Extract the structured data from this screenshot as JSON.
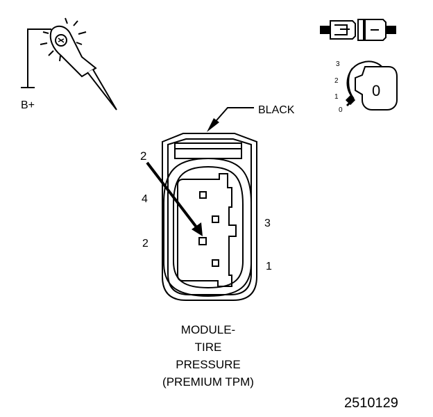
{
  "probe_icon": {
    "name": "test-light-probe-icon",
    "label": "B+"
  },
  "ignition_icons": {
    "connector_name": "disconnected-connector-icon",
    "key_name": "ignition-key-icon",
    "key_positions": [
      "3",
      "2",
      "1",
      "0"
    ],
    "key_label": "0"
  },
  "connector": {
    "color_label": "BLACK",
    "probe_pin": "2",
    "pins_left": [
      "4",
      "2"
    ],
    "pins_right": [
      "3",
      "1"
    ]
  },
  "caption": [
    "MODULE-",
    "TIRE",
    "PRESSURE",
    "(PREMIUM TPM)"
  ],
  "figure_number": "2510129"
}
